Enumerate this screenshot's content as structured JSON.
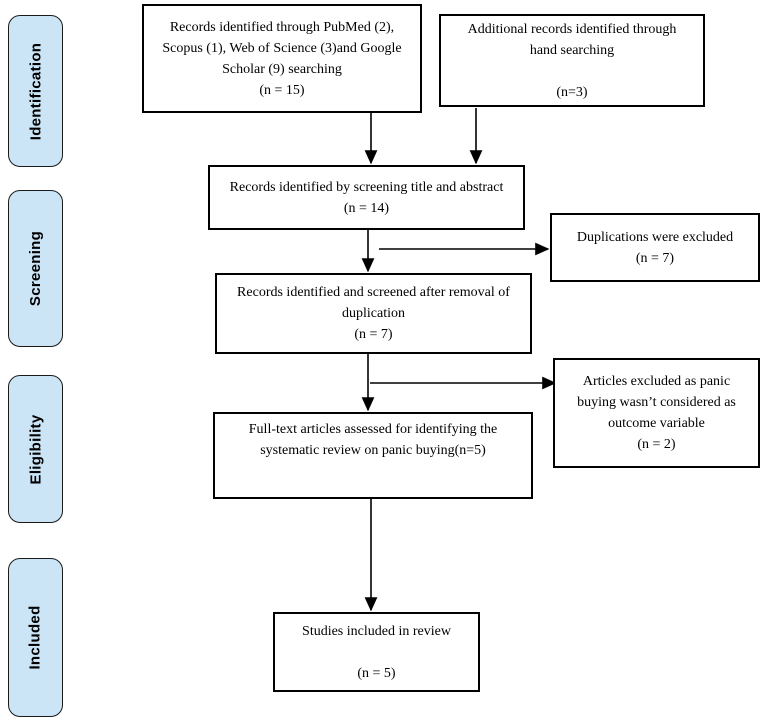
{
  "stages": [
    {
      "label": "Identification"
    },
    {
      "label": "Screening"
    },
    {
      "label": "Eligibility"
    },
    {
      "label": "Included"
    }
  ],
  "boxes": {
    "database_records": {
      "lines": [
        "Records identified through PubMed (2),",
        "Scopus (1), Web of Science (3)and Google",
        "Scholar (9) searching",
        "(n = 15)"
      ]
    },
    "hand_search_records": {
      "lines": [
        "Additional records identified through",
        "hand searching",
        "",
        "(n=3)"
      ]
    },
    "title_abstract_screening": {
      "lines": [
        "Records identified by screening title and abstract",
        "(n = 14)"
      ]
    },
    "duplications_excluded": {
      "lines": [
        "Duplications were excluded",
        "(n = 7)"
      ]
    },
    "after_duplicate_removal": {
      "lines": [
        "Records identified and screened after removal of",
        "duplication",
        "(n = 7)"
      ]
    },
    "articles_excluded": {
      "lines": [
        "Articles excluded as panic",
        "buying wasn’t considered as",
        "outcome variable",
        "(n = 2)"
      ]
    },
    "full_text_assessed": {
      "lines": [
        "Full-text articles assessed for identifying the",
        "systematic review on panic buying(n=5)"
      ]
    },
    "studies_included": {
      "lines": [
        "Studies included in review",
        "",
        "(n = 5)"
      ]
    }
  },
  "colors": {
    "stage_fill": "#cbe5f6",
    "box_border": "#000000",
    "arrow": "#000000",
    "background": "#ffffff"
  }
}
